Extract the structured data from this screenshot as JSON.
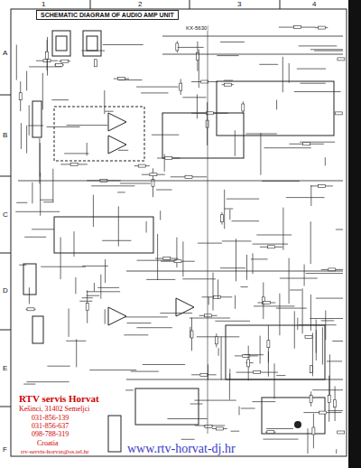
{
  "diagram": {
    "title": "SCHEMATIC DIAGRAM OF AUDIO AMP UNIT",
    "labels": [
      "1",
      "2",
      "3",
      "4",
      "A",
      "B",
      "C",
      "D",
      "E",
      "F",
      "KX-5630",
      "RTV servis Horvat",
      "Kešinci, 31402 Semeljci",
      "031-856-139",
      "031-856-637",
      "098-788-319",
      "Croatia",
      "rtv-servis-horvat@os.tel.hr",
      "www.rtv-horvat-dj.hr"
    ]
  }
}
